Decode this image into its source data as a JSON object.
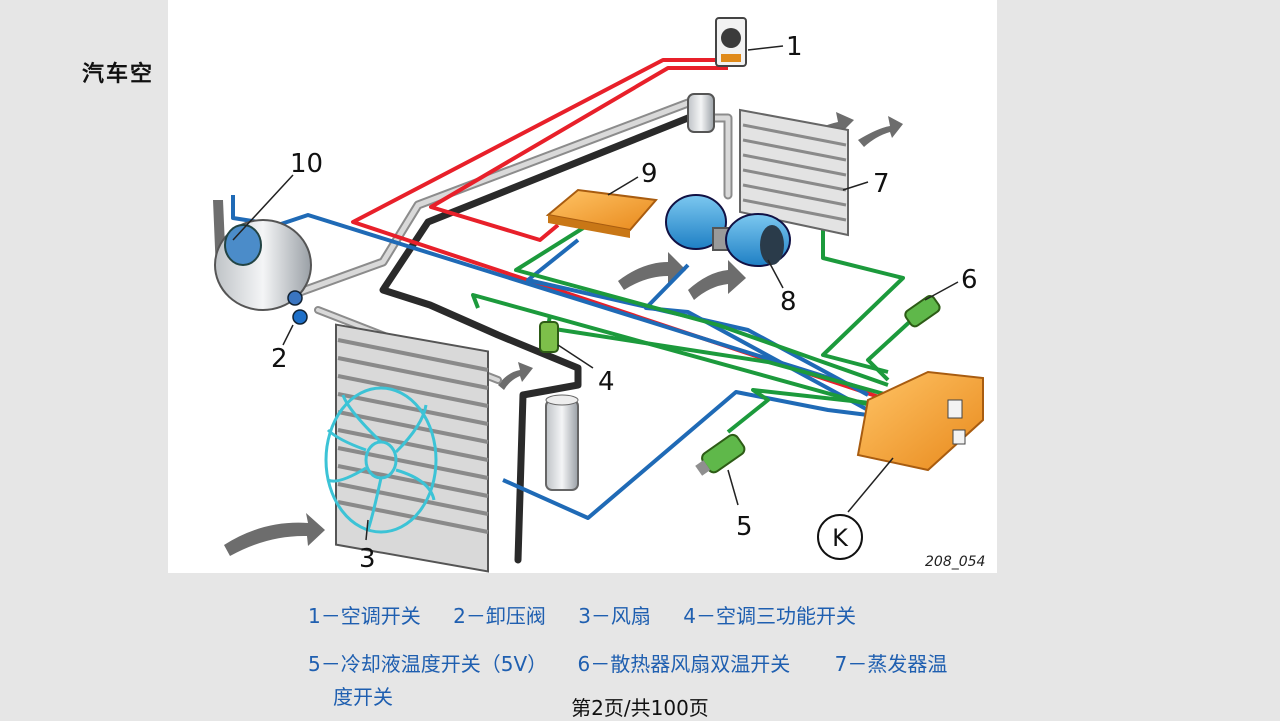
{
  "slide": {
    "title": "汽车空"
  },
  "figure": {
    "id": "208_054",
    "labels": {
      "l1": "1",
      "l2": "2",
      "l3": "3",
      "l4": "4",
      "l5": "5",
      "l6": "6",
      "l7": "7",
      "l8": "8",
      "l9": "9",
      "l10": "10",
      "k": "K"
    }
  },
  "captions": {
    "line1": [
      "1－空调开关",
      "2－卸压阀",
      "3－风扇",
      "4－空调三功能开关"
    ],
    "line2": [
      "5－冷却液温度开关（5V）",
      "6－散热器风扇双温开关",
      "7－蒸发器温"
    ],
    "line3": "度开关"
  },
  "footer": {
    "page": "第2页/共100页"
  },
  "colors": {
    "wire_red": "#e8202a",
    "wire_blue": "#1f6ab6",
    "wire_green": "#1c9a3c",
    "pipe_dark": "#2a2a2a",
    "control_unit": "#f7a940",
    "caption_text": "#1f5fb0"
  }
}
